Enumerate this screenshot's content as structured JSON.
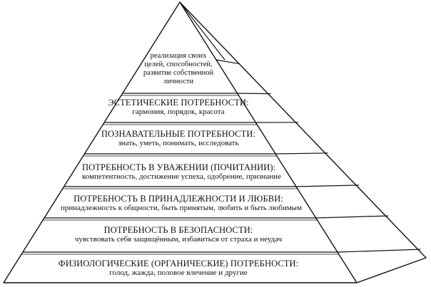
{
  "pyramid": {
    "apex": {
      "lines": [
        "реализация своих",
        "целей, способностей,",
        "развитие собственной",
        "личности"
      ]
    },
    "tiers": [
      {
        "title": "ЭСТЕТИЧЕСКИЕ ПОТРЕБНОСТИ:",
        "subtitle": "гармония, порядок, красота"
      },
      {
        "title": "ПОЗНАВАТЕЛЬНЫЕ ПОТРЕБНОСТИ:",
        "subtitle": "знать, уметь, понимать, исследовать"
      },
      {
        "title": "ПОТРЕБНОСТЬ В УВАЖЕНИИ (ПОЧИТАНИИ):",
        "subtitle": "компетентность, достижение успеха, одобрение, признание"
      },
      {
        "title": "ПОТРЕБНОСТЬ В ПРИНАДЛЕЖНОСТИ И ЛЮБВИ:",
        "subtitle": "принадлежность к общности, быть принятым, любить и быть любимым"
      },
      {
        "title": "ПОТРЕБНОСТЬ В БЕЗОПАСНОСТИ:",
        "subtitle": "чувствовать себя защищённым, избавиться от страха и неудач"
      },
      {
        "title": "ФИЗИОЛОГИЧЕСКИЕ (ОРГАНИЧЕСКИЕ) ПОТРЕБНОСТИ:",
        "subtitle": "голод, жажда, половое влечение и другие"
      }
    ]
  }
}
